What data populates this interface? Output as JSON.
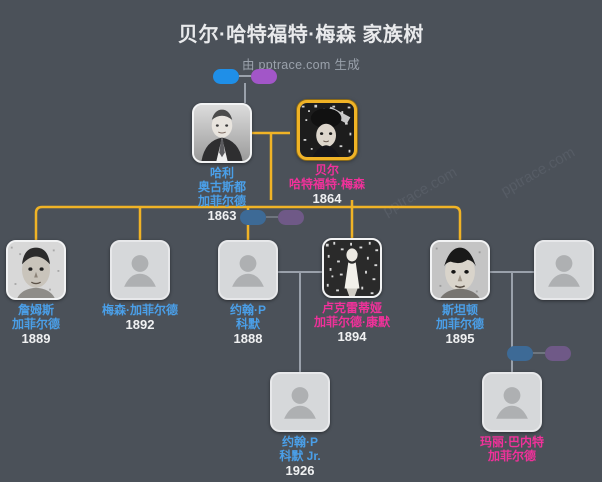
{
  "header": {
    "title": "贝尔·哈特福特·梅森 家族树",
    "subtitle": "由 pptrace.com 生成"
  },
  "watermark": {
    "text": "pptrace.com"
  },
  "colors": {
    "background": "#4b5159",
    "male_text": "#4a9fe8",
    "female_text": "#f0319a",
    "year_text": "#f0f1f2",
    "title_text": "#e9eaec",
    "subtitle_text": "#9aa1ab",
    "child_link": "#f0b326",
    "spouse_link": "#9aa1ab",
    "root_frame_border": "#f0b326",
    "badge_blue": "#1f8fe8",
    "badge_purple": "#a256c8"
  },
  "people": [
    {
      "id": "harry",
      "name_lines": [
        "哈利",
        "奥古斯都",
        "加菲尔德"
      ],
      "year": "1863",
      "gender": "male",
      "has_photo": true,
      "is_root": false
    },
    {
      "id": "belle",
      "name_lines": [
        "贝尔",
        "哈特福特·梅森"
      ],
      "year": "1864",
      "gender": "female",
      "has_photo": true,
      "is_root": true
    },
    {
      "id": "james",
      "name_lines": [
        "詹姆斯",
        "加菲尔德"
      ],
      "year": "1889",
      "gender": "male",
      "has_photo": true,
      "is_root": false
    },
    {
      "id": "mason",
      "name_lines": [
        "梅森·加菲尔德"
      ],
      "year": "1892",
      "gender": "male",
      "has_photo": false,
      "is_root": false
    },
    {
      "id": "johnp",
      "name_lines": [
        "约翰·P",
        "科默"
      ],
      "year": "1888",
      "gender": "male",
      "has_photo": false,
      "is_root": false
    },
    {
      "id": "lucretia",
      "name_lines": [
        "卢克雷蒂娅",
        "加菲尔德·康默"
      ],
      "year": "1894",
      "gender": "female",
      "has_photo": true,
      "is_root": false
    },
    {
      "id": "stanton",
      "name_lines": [
        "斯坦顿",
        "加菲尔德"
      ],
      "year": "1895",
      "gender": "male",
      "has_photo": true,
      "is_root": false
    },
    {
      "id": "stanton_spouse",
      "name_lines": [],
      "year": "",
      "gender": "unknown",
      "has_photo": false,
      "is_root": false
    },
    {
      "id": "johnp_jr",
      "name_lines": [
        "约翰·P",
        "科默 Jr."
      ],
      "year": "1926",
      "gender": "male",
      "has_photo": false,
      "is_root": false
    },
    {
      "id": "mary",
      "name_lines": [
        "玛丽·巴内特",
        "加菲尔德"
      ],
      "year": "",
      "gender": "female",
      "has_photo": false,
      "is_root": false
    }
  ],
  "marriages": [
    {
      "id": "harry-belle",
      "highlighted": true
    },
    {
      "id": "belle-second",
      "highlighted": false
    },
    {
      "id": "stanton-spouse",
      "highlighted": false
    }
  ]
}
